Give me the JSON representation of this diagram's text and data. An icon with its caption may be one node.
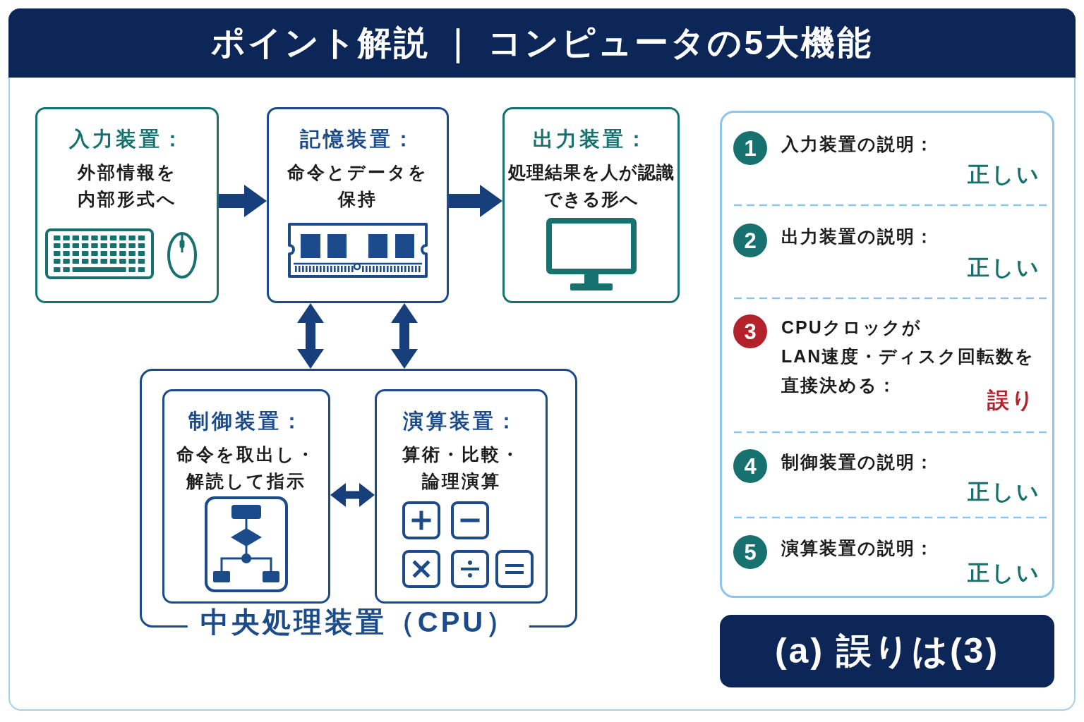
{
  "diagram": {
    "title": "ポイント解説 ｜ コンピュータの5大機能",
    "nodes": [
      {
        "text": [
          "入力装置：",
          "外部情報を内部形式へ"
        ]
      },
      {
        "text": [
          "記憶装置：",
          "命令とデータを保持"
        ]
      },
      {
        "text": [
          "出力装置：",
          "処理結果を人が認識できる形へ"
        ]
      },
      {
        "text": [
          "中央処理装置（CPU）"
        ]
      },
      {
        "text": [
          "制御装置：",
          "命令を取出し・解読して指示"
        ],
        "in": 3
      },
      {
        "text": [
          "演算装置：",
          "算術・比較・論理演算"
        ],
        "in": 3
      },
      {
        "text": [],
        "shape": "box"
      },
      {
        "text": [
          "1"
        ],
        "in": 6,
        "beside": [
          "入力装置の説明：",
          "正しい"
        ]
      },
      {
        "text": [
          "2"
        ],
        "in": 6,
        "beside": [
          "出力装置の説明：",
          "正しい"
        ]
      },
      {
        "text": [
          "3"
        ],
        "in": 6,
        "beside": [
          "CPUクロックがLAN速度・ディスク回転数を直接決める：",
          "誤り"
        ]
      },
      {
        "text": [
          "4"
        ],
        "in": 6,
        "beside": [
          "制御装置の説明：",
          "正しい"
        ]
      },
      {
        "text": [
          "5"
        ],
        "in": 6,
        "beside": [
          "演算装置の説明：",
          "正しい"
        ]
      },
      {
        "text": [
          "(a) 誤りは(3)"
        ]
      }
    ],
    "edges": [
      {
        "from": 0,
        "to": 1,
        "arrow": "to"
      },
      {
        "from": 1,
        "to": 2,
        "arrow": "to"
      },
      {
        "from": 1,
        "to": 3,
        "arrow": "both"
      },
      {
        "from": 1,
        "to": 3,
        "arrow": "both"
      },
      {
        "from": 4,
        "to": 5,
        "arrow": "both"
      }
    ]
  }
}
